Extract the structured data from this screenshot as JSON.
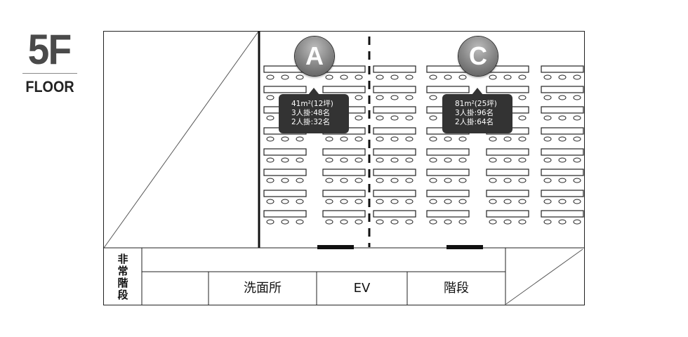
{
  "floor": {
    "number": "5F",
    "word": "FLOOR"
  },
  "rooms": {
    "A": {
      "badge": "A",
      "area": "41m²(12坪)",
      "cap3": "3人掛:48名",
      "cap2": "2人掛:32名"
    },
    "C": {
      "badge": "C",
      "area": "81m²(25坪)",
      "cap3": "3人掛:96名",
      "cap2": "2人掛:64名"
    }
  },
  "facilities": {
    "emergency_stairs": [
      "非",
      "常",
      "階",
      "段"
    ],
    "washroom": "洗面所",
    "elevator": "EV",
    "stairs": "階段"
  },
  "colors": {
    "badge": "#8c8c8c",
    "info_box": "#333333",
    "line": "#222222"
  }
}
